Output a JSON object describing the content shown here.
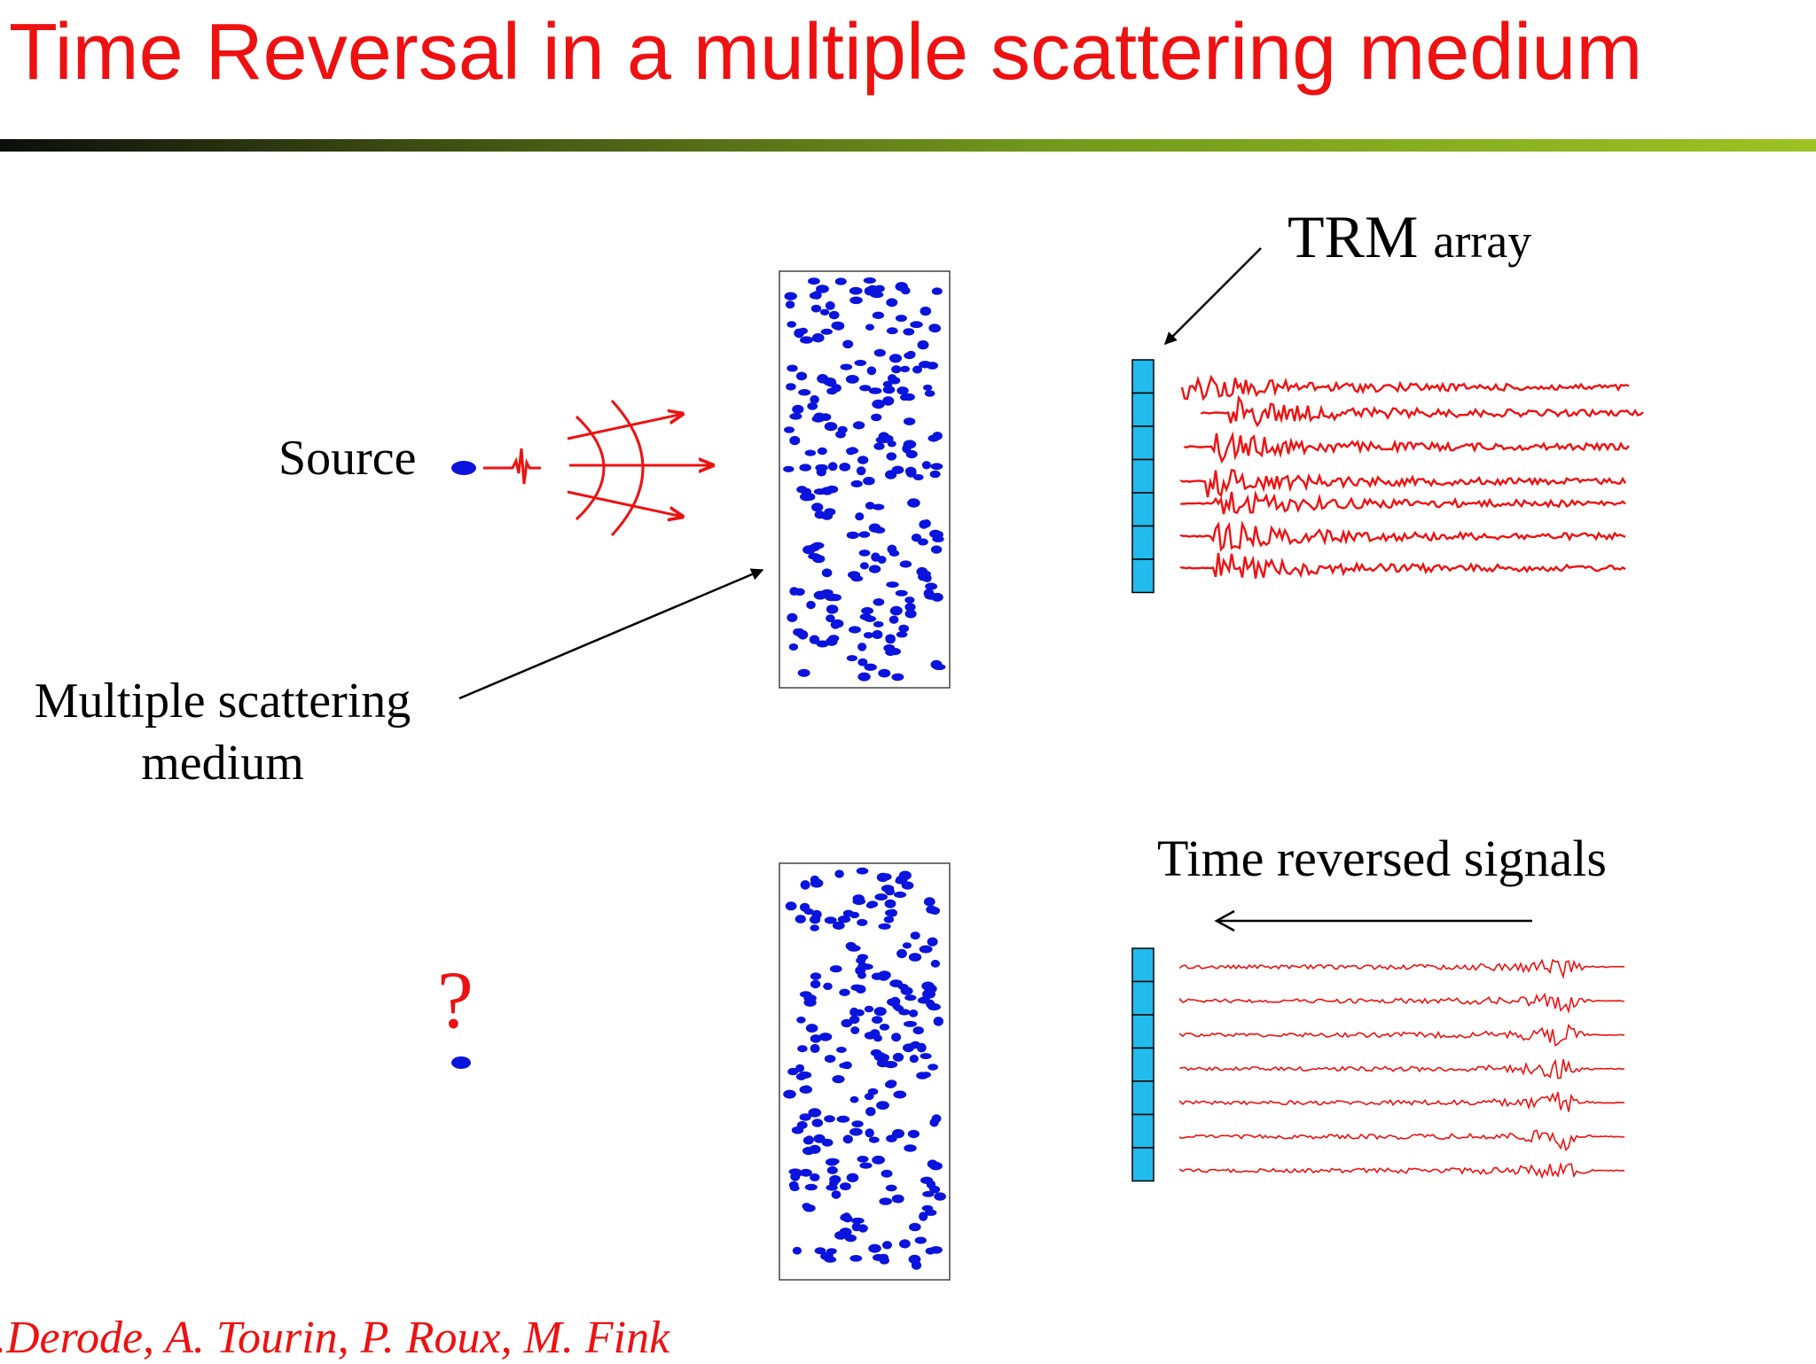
{
  "title": "Time Reversal in a multiple scattering medium",
  "labels": {
    "trm_main": "TRM",
    "trm_suffix": "array",
    "source": "Source",
    "medium": "Multiple scattering medium",
    "time_reversed": "Time reversed signals",
    "question": "?",
    "authors": ".Derode, A. Tourin, P. Roux, M. Fink"
  },
  "colors": {
    "title": "#ee1111",
    "scatterers": "#0a14dc",
    "array_fill": "#22bbee",
    "signals": "#ee1111"
  },
  "trm_array_elements": 7,
  "icons": [
    "source-dot-icon",
    "pulse-icon",
    "wavefront-icon",
    "arrow-icon"
  ]
}
